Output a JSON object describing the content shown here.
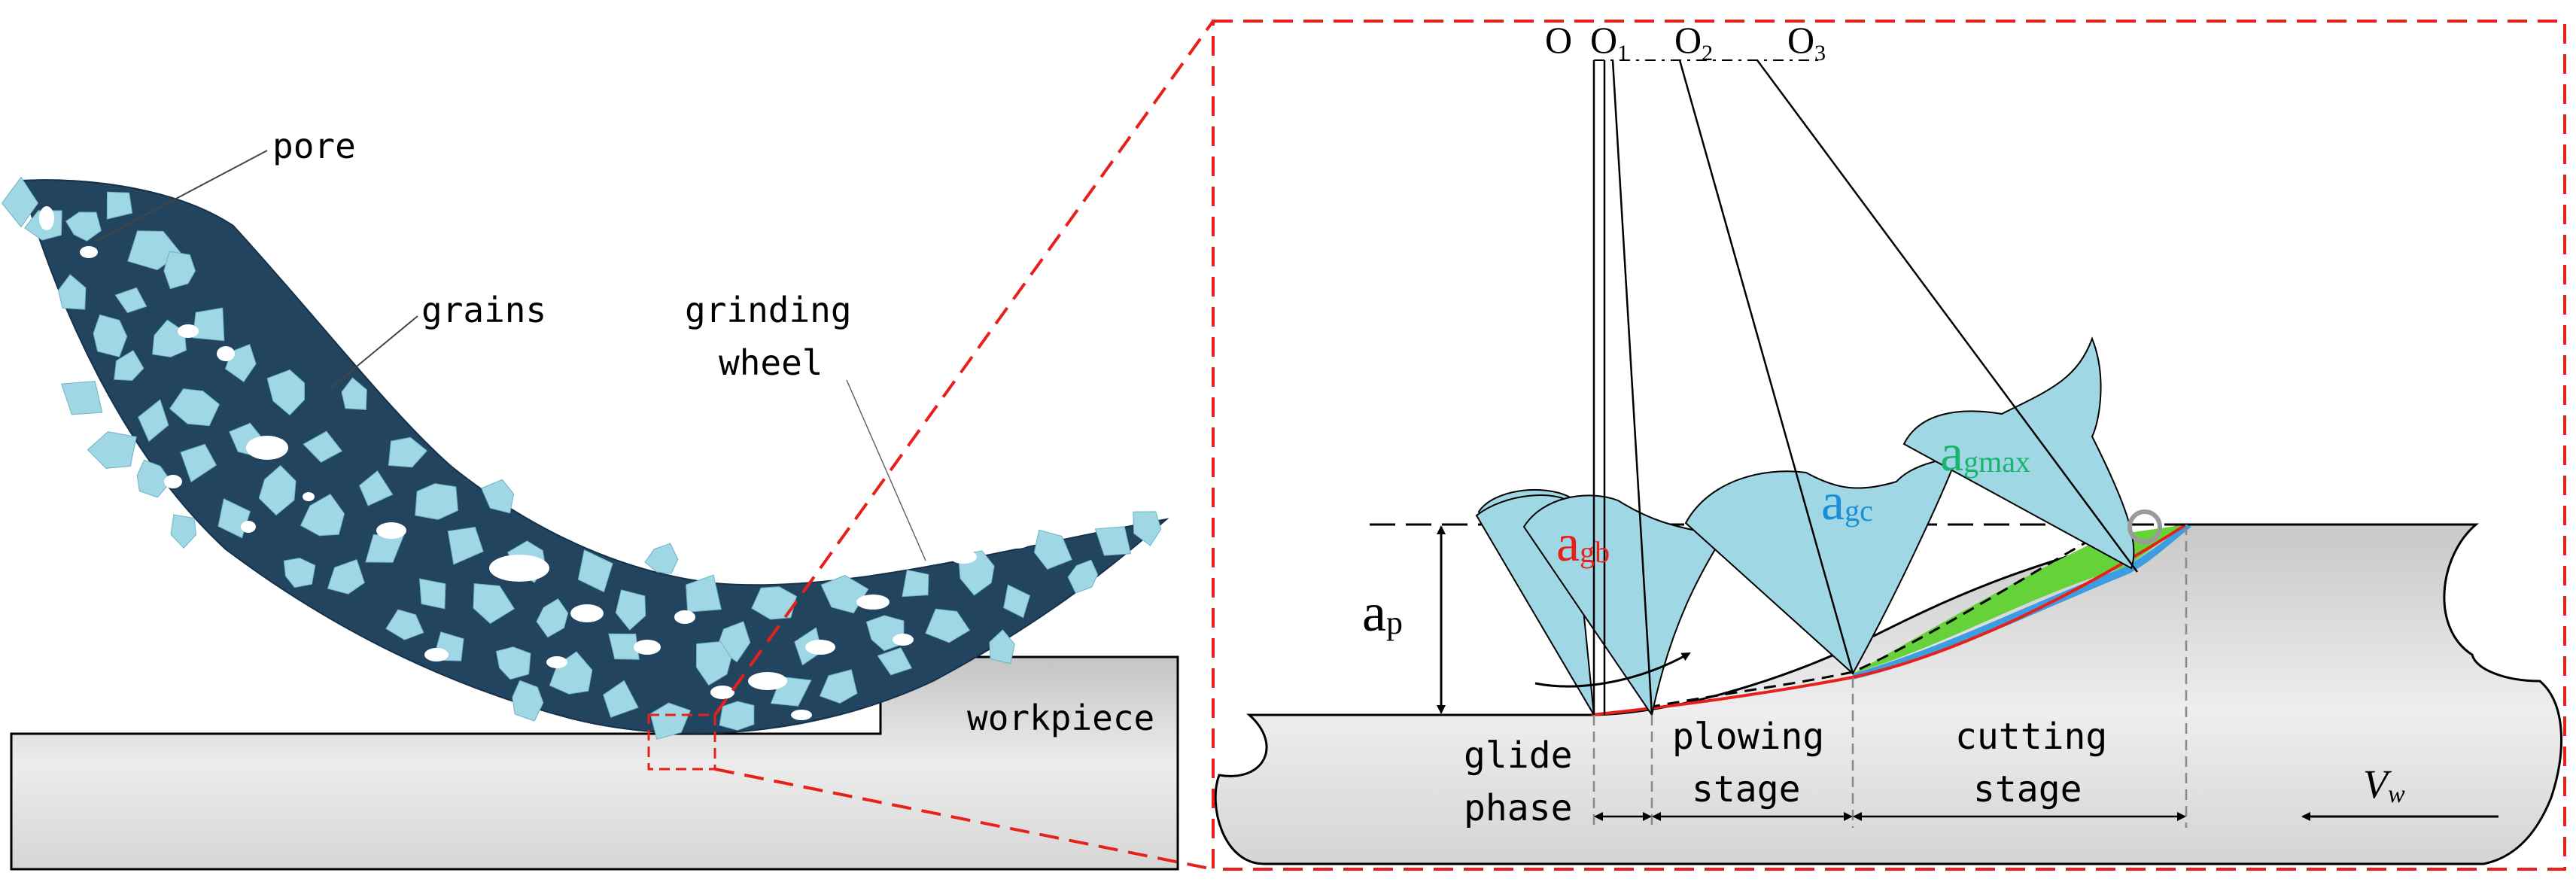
{
  "left_panel": {
    "labels": {
      "pore": "pore",
      "grains": "grains",
      "wheel_line1": "grinding",
      "wheel_line2": "wheel",
      "workpiece": "workpiece"
    }
  },
  "right_panel": {
    "centers": {
      "o": "O",
      "o1": "O",
      "o1_sub": "1",
      "o2": "O",
      "o2_sub": "2",
      "o3": "O",
      "o3_sub": "3"
    },
    "depth": {
      "main": "a",
      "sub": "p"
    },
    "thickness": {
      "gb_main": "a",
      "gb_sub": "gb",
      "gc_main": "a",
      "gc_sub": "gc",
      "gmax_main": "a",
      "gmax_sub": "gmax"
    },
    "stages": {
      "glide_line1": "glide",
      "glide_line2": "phase",
      "plowing_line1": "plowing",
      "plowing_line2": "stage",
      "cutting_line1": "cutting",
      "cutting_line2": "stage"
    },
    "velocity": {
      "main": "V",
      "sub": "w"
    }
  },
  "colors": {
    "wheel_bond": "#22445f",
    "grain": "#9fd8e4",
    "workpiece_fill": "#d0d0d0",
    "zoom_frame": "#e8201c",
    "a_gb_text": "#e8201c",
    "a_gc_text": "#1a8ed8",
    "a_gmax_text": "#19b46e",
    "chip_green": "#66d23a",
    "chip_blue": "#3c9ee0"
  }
}
